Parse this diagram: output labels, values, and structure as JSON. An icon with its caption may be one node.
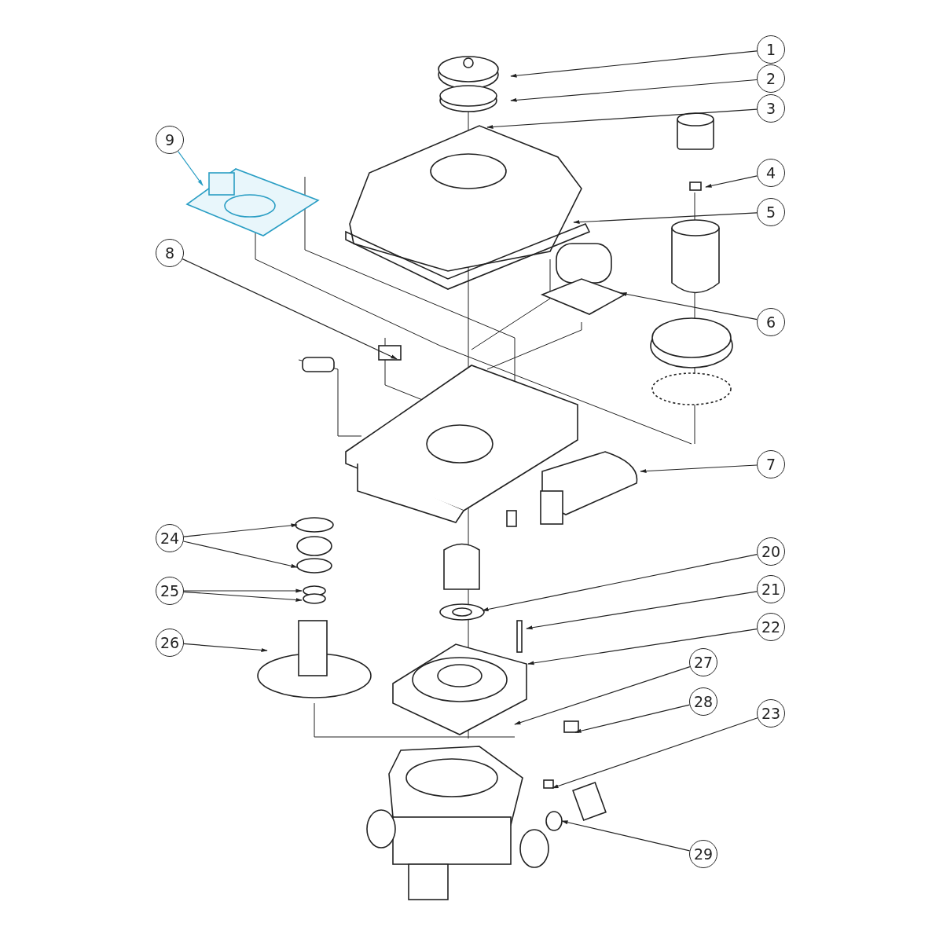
{
  "diagram": {
    "nodes": [
      {
        "text": [
          "1"
        ]
      },
      {
        "text": [
          "2"
        ]
      },
      {
        "text": [
          "3"
        ]
      },
      {
        "text": [
          "9"
        ]
      },
      {
        "text": [
          "4"
        ]
      },
      {
        "text": [
          "5"
        ]
      },
      {
        "text": [
          "8"
        ]
      },
      {
        "text": [
          "6"
        ]
      },
      {
        "text": [
          "7"
        ]
      },
      {
        "text": [
          "24"
        ]
      },
      {
        "text": [
          "20"
        ]
      },
      {
        "text": [
          "21"
        ]
      },
      {
        "text": [
          "25"
        ]
      },
      {
        "text": [
          "22"
        ]
      },
      {
        "text": [
          "26"
        ]
      },
      {
        "text": [
          "27"
        ]
      },
      {
        "text": [
          "28"
        ]
      },
      {
        "text": [
          "23"
        ]
      },
      {
        "text": [
          "29"
        ]
      }
    ],
    "edges": [
      {
        "from": 0,
        "to": null,
        "arrow": "to"
      },
      {
        "from": 1,
        "to": null,
        "arrow": "to"
      },
      {
        "from": 2,
        "to": null,
        "arrow": "to"
      },
      {
        "from": 3,
        "to": null,
        "arrow": "to",
        "color": "#2a9ec4"
      },
      {
        "from": 4,
        "to": null,
        "arrow": "to"
      },
      {
        "from": 5,
        "to": null,
        "arrow": "to"
      },
      {
        "from": 6,
        "to": null,
        "arrow": "to"
      },
      {
        "from": 7,
        "to": null,
        "arrow": "to"
      },
      {
        "from": 8,
        "to": null,
        "arrow": "to"
      },
      {
        "from": 9,
        "to": null,
        "arrow": "to"
      },
      {
        "from": 9,
        "to": null,
        "arrow": "to"
      },
      {
        "from": 10,
        "to": null,
        "arrow": "to"
      },
      {
        "from": 11,
        "to": null,
        "arrow": "to"
      },
      {
        "from": 12,
        "to": null,
        "arrow": "to"
      },
      {
        "from": 12,
        "to": null,
        "arrow": "to"
      },
      {
        "from": 13,
        "to": null,
        "arrow": "to"
      },
      {
        "from": 14,
        "to": null,
        "arrow": "to"
      },
      {
        "from": 15,
        "to": null,
        "arrow": "to"
      },
      {
        "from": 16,
        "to": null,
        "arrow": "to"
      },
      {
        "from": 17,
        "to": null,
        "arrow": "to"
      },
      {
        "from": 18,
        "to": null,
        "arrow": "to"
      }
    ]
  }
}
